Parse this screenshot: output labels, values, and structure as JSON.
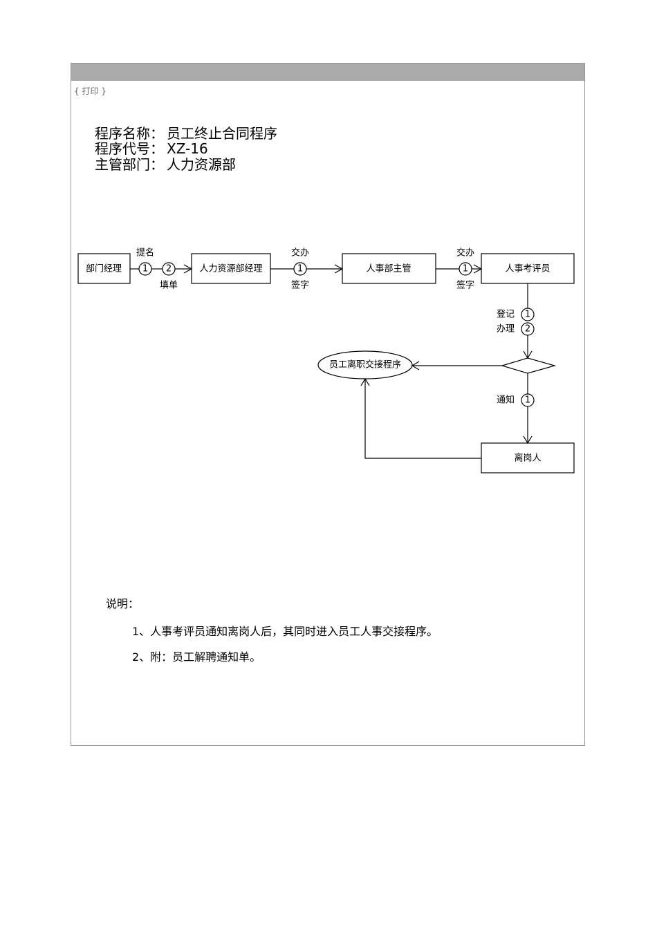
{
  "header": {
    "print_link": "{ 打印 }"
  },
  "info": {
    "name_label": "程序名称：",
    "name_value": "员工终止合同程序",
    "code_label": "程序代号：",
    "code_value": "XZ-16",
    "dept_label": "主管部门：",
    "dept_value": "人力资源部"
  },
  "diagram": {
    "nodes": {
      "dept_manager": "部门经理",
      "hr_manager": "人力资源部经理",
      "hr_supervisor": "人事部主管",
      "hr_assessor": "人事考评员",
      "handover": "员工离职交接程序",
      "leaver": "离岗人"
    },
    "steps": {
      "s1_label": "提名",
      "s1_num": "1",
      "s2_label": "填单",
      "s2_num": "2",
      "s3_top": "交办",
      "s3_num": "1",
      "s3_bottom": "签字",
      "s4_top": "交办",
      "s4_num": "1",
      "s4_bottom": "签字",
      "s5_label": "登记",
      "s5_num": "1",
      "s6_label": "办理",
      "s6_num": "2",
      "s7_label": "通知",
      "s7_num": "1"
    }
  },
  "notes": {
    "heading": "说明：",
    "items": [
      "1、人事考评员通知离岗人后，其同时进入员工人事交接程序。",
      "2、附：员工解聘通知单。"
    ]
  }
}
